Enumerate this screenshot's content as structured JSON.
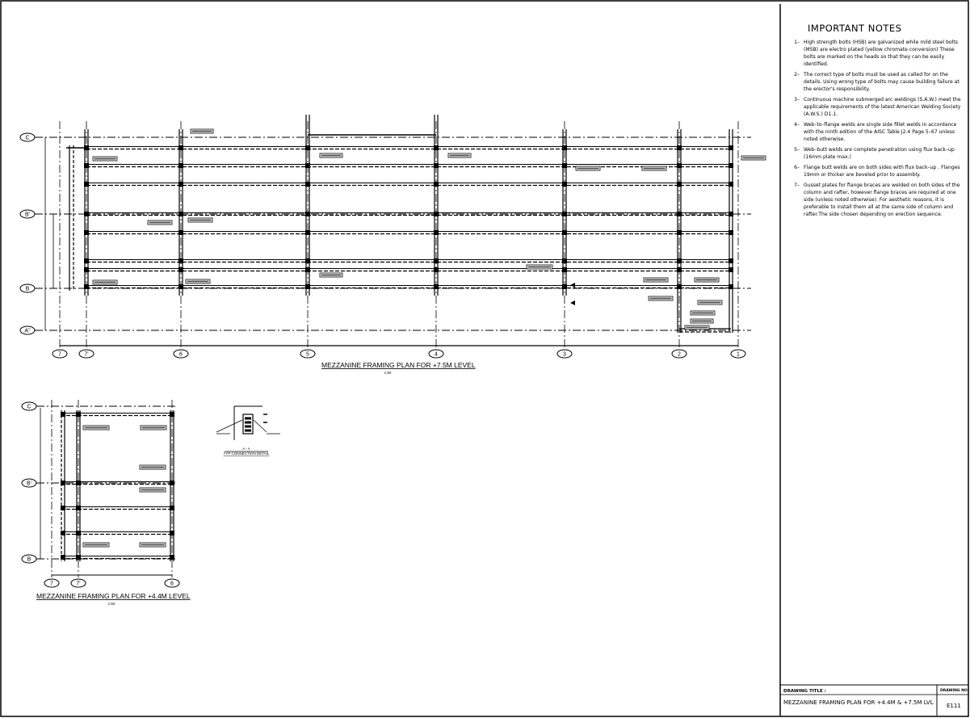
{
  "notes": {
    "heading": "IMPORTANT NOTES",
    "items": [
      {
        "num": "1–",
        "text": "High strength bolts (HSB) are galvanized while mild steel bolts (MSB) are electro plated (yellow chromate conversion) These bolts are marked on the heads so that they can be easily identified."
      },
      {
        "num": "2–",
        "text": "The correct type of bolts must be used as called for on the details. Using wrong type of bolts may cause building failure at the erector's responsibility."
      },
      {
        "num": "3–",
        "text": "Continuous machine submerged arc weldings (S.A.W.) meet the applicable requirements of the latest American Welding Society (A.W.S.) D1.1."
      },
      {
        "num": "4–",
        "text": "Web–to–flange welds are single side fillet welds in accordance with the ninth edition of the AISC Table J2.4 Page 5–67 unless noted otherwise."
      },
      {
        "num": "5–",
        "text": "Web–butt welds are complete penetration using flux back–up (16mm plate max.)"
      },
      {
        "num": "6–",
        "text": "Flange butt welds are on both sides with flux back–up . Flanges 19mm or thicker are beveled prior to assembly."
      },
      {
        "num": "7–",
        "text": "Gusset plates for flange braces are welded on both sides of the column and rafter, however flange braces are required at one side (unless noted otherwise). For aesthetic reasons, it is preferable to install them all at the same side of column and rafter.The side chosen depending on erection sequence."
      }
    ]
  },
  "title_block": {
    "drawing_title_label": "DRAWING TITLE   :",
    "drawing_title": "MEZZANINE FRAMING PLAN FOR +4.4M & +7.5M LVL",
    "drawing_no_label": "DRAWING NO.",
    "drawing_no": "E111"
  },
  "main_plan": {
    "title": "MEZZANINE FRAMING PLAN FOR +7.5M LEVEL",
    "scale": "1:50",
    "row_grids": [
      "C",
      "B'",
      "B",
      "A''"
    ],
    "col_grids": [
      "7",
      "7'",
      "6",
      "5",
      "4",
      "3",
      "2",
      "1"
    ]
  },
  "lower_plan": {
    "title": "MEZZANINE FRAMING PLAN FOR +4.4M LEVEL",
    "scale": "1:50",
    "row_grids": [
      "C",
      "B'",
      "B"
    ],
    "col_grids": [
      "7",
      "7'",
      "6"
    ]
  },
  "detail": {
    "section": "A - A",
    "caption": "TYP CONNECTION DETAIL"
  }
}
